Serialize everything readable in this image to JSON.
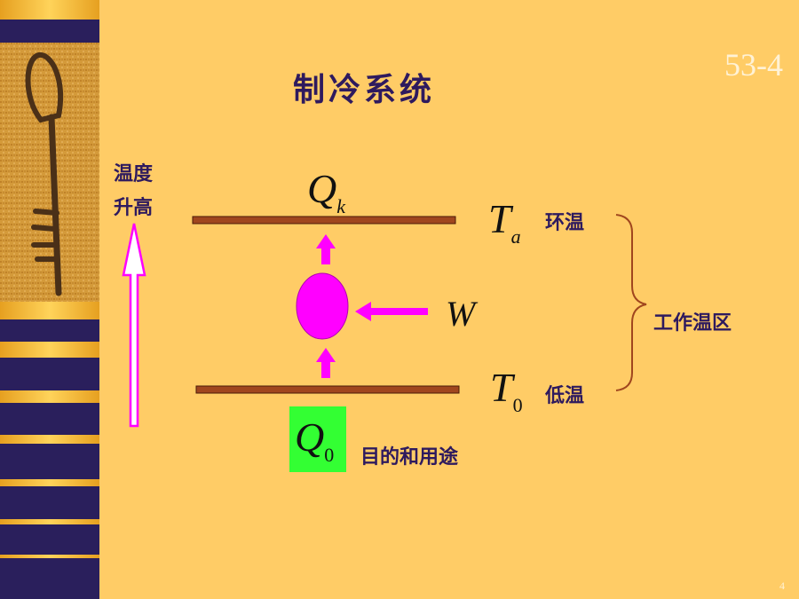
{
  "title": "制冷系统",
  "slide_id": "53-4",
  "page_number": "4",
  "temp_rise_label": [
    "温度",
    "升高"
  ],
  "top_reservoir": {
    "symbol": "Q",
    "subscript": "k",
    "temp_symbol": "T",
    "temp_subscript": "a",
    "label": "环温"
  },
  "bottom_reservoir": {
    "symbol": "Q",
    "subscript": "0",
    "temp_symbol": "T",
    "temp_subscript": "0",
    "label": "低温",
    "purpose_label": "目的和用途"
  },
  "work": {
    "symbol": "W"
  },
  "brace_label": "工作温区",
  "colors": {
    "background": "#FFCC66",
    "plate": "#A0461E",
    "machine": "#FF00FF",
    "arrow": "#FF00FF",
    "q0_highlight": "#33FF33",
    "title": "#2E1A5E"
  }
}
